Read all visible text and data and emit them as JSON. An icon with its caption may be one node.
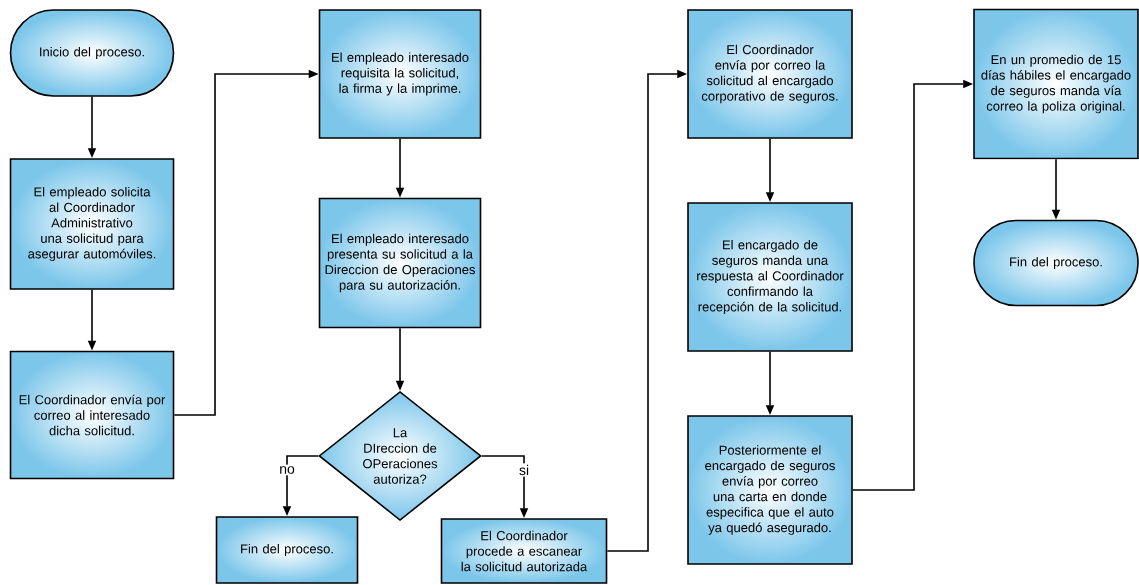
{
  "diagram": {
    "nodes": [
      {
        "text": [
          "Inicio del proceso."
        ]
      },
      {
        "text": [
          "El empleado solicita al Coordinador Administrativo una solicitud para asegurar automóviles."
        ]
      },
      {
        "text": [
          "El Coordinador envía por correo al interesado dicha solicitud."
        ]
      },
      {
        "text": [
          "El empleado interesado requisita la solicitud, la firma y la imprime."
        ]
      },
      {
        "text": [
          "El empleado interesado presenta su solicitud a la Direccion de Operaciones para su autorización."
        ]
      },
      {
        "text": [
          "La DIreccion de OPeraciones autoriza?"
        ]
      },
      {
        "text": [
          "Fin del proceso."
        ]
      },
      {
        "text": [
          "El Coordinador procede a escanear la solicitud autorizada"
        ]
      },
      {
        "text": [
          "El Coordinador envía por correo la solicitud al encargado corporativo de seguros."
        ]
      },
      {
        "text": [
          "El encargado de seguros manda una respuesta al Coordinador confirmando la recepción de la solicitud."
        ]
      },
      {
        "text": [
          "Posteriormente el encargado de seguros envía por correo una carta en donde especifica que el auto ya quedó asegurado."
        ]
      },
      {
        "text": [
          "En un promedio de 15 días hábiles el encargado de seguros manda vía correo la poliza original."
        ]
      },
      {
        "text": [
          "Fin del proceso."
        ]
      }
    ],
    "edges": [
      {
        "from": 0,
        "to": 1,
        "arrow": "to"
      },
      {
        "from": 1,
        "to": 2,
        "arrow": "to"
      },
      {
        "from": 2,
        "to": 3,
        "arrow": "to"
      },
      {
        "from": 3,
        "to": 4,
        "arrow": "to"
      },
      {
        "from": 4,
        "to": 5,
        "arrow": "to"
      },
      {
        "from": 5,
        "to": 6,
        "arrow": "to",
        "label": "no"
      },
      {
        "from": 5,
        "to": 7,
        "arrow": "to",
        "label": "si"
      },
      {
        "from": 7,
        "to": 8,
        "arrow": "to"
      },
      {
        "from": 8,
        "to": 9,
        "arrow": "to"
      },
      {
        "from": 9,
        "to": 10,
        "arrow": "to"
      },
      {
        "from": 10,
        "to": 11,
        "arrow": "to"
      },
      {
        "from": 11,
        "to": 12,
        "arrow": "to"
      }
    ]
  }
}
